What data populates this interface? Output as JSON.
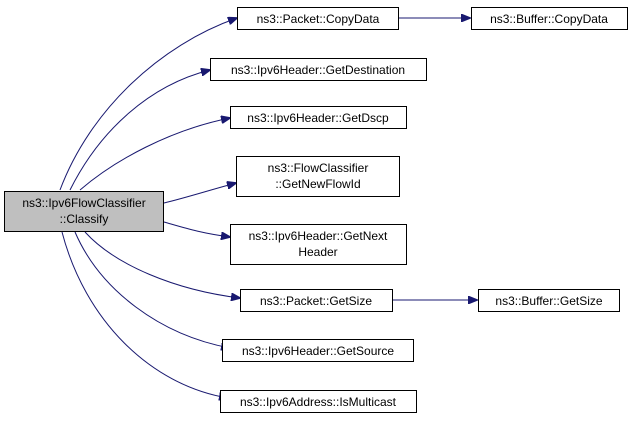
{
  "diagram": {
    "type": "call-graph",
    "colors": {
      "edge": "#191970",
      "node_border": "#000000",
      "node_fill": "#ffffff",
      "root_fill": "#bfbfbf"
    },
    "root": {
      "id": "classify",
      "lines": [
        "ns3::Ipv6FlowClassifier",
        "::Classify"
      ]
    },
    "nodes": [
      {
        "id": "packet-copydata",
        "lines": [
          "ns3::Packet::CopyData"
        ]
      },
      {
        "id": "ipv6header-getdestination",
        "lines": [
          "ns3::Ipv6Header::GetDestination"
        ]
      },
      {
        "id": "ipv6header-getdscp",
        "lines": [
          "ns3::Ipv6Header::GetDscp"
        ]
      },
      {
        "id": "flowclassifier-getnewflowid",
        "lines": [
          "ns3::FlowClassifier",
          "::GetNewFlowId"
        ]
      },
      {
        "id": "ipv6header-getnextheader",
        "lines": [
          "ns3::Ipv6Header::GetNext",
          "Header"
        ]
      },
      {
        "id": "packet-getsize",
        "lines": [
          "ns3::Packet::GetSize"
        ]
      },
      {
        "id": "ipv6header-getsource",
        "lines": [
          "ns3::Ipv6Header::GetSource"
        ]
      },
      {
        "id": "ipv6address-ismulticast",
        "lines": [
          "ns3::Ipv6Address::IsMulticast"
        ]
      },
      {
        "id": "buffer-copydata",
        "lines": [
          "ns3::Buffer::CopyData"
        ]
      },
      {
        "id": "buffer-getsize",
        "lines": [
          "ns3::Buffer::GetSize"
        ]
      }
    ],
    "edges": [
      {
        "from": "classify",
        "to": "packet-copydata"
      },
      {
        "from": "classify",
        "to": "ipv6header-getdestination"
      },
      {
        "from": "classify",
        "to": "ipv6header-getdscp"
      },
      {
        "from": "classify",
        "to": "flowclassifier-getnewflowid"
      },
      {
        "from": "classify",
        "to": "ipv6header-getnextheader"
      },
      {
        "from": "classify",
        "to": "packet-getsize"
      },
      {
        "from": "classify",
        "to": "ipv6header-getsource"
      },
      {
        "from": "classify",
        "to": "ipv6address-ismulticast"
      },
      {
        "from": "packet-copydata",
        "to": "buffer-copydata"
      },
      {
        "from": "packet-getsize",
        "to": "buffer-getsize"
      }
    ]
  }
}
